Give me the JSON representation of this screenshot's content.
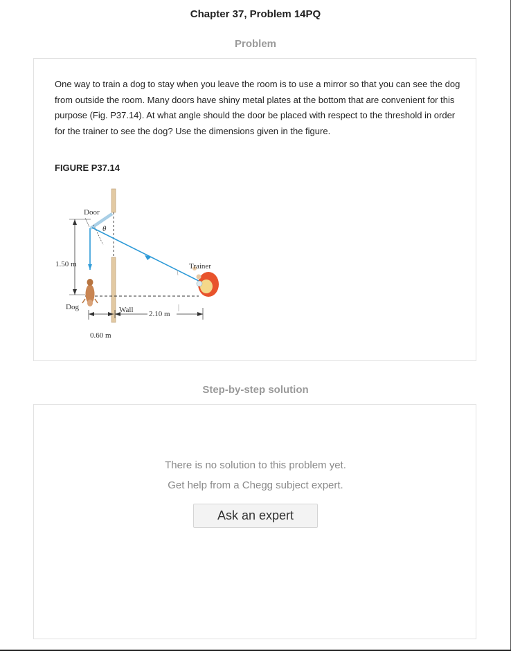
{
  "header": {
    "title": "Chapter 37, Problem 14PQ"
  },
  "problem": {
    "section_label": "Problem",
    "text": "One way to train a dog to stay when you leave the room is to use a mirror so that you can see the dog from outside the room. Many doors have shiny metal plates at the bottom that are convenient for this purpose (Fig. P37.14). At what angle should the door be placed with respect to the threshold in order for the trainer to see the dog? Use the dimensions given in the figure.",
    "figure_label": "FIGURE P37.14",
    "figure": {
      "door_label": "Door",
      "angle_label": "θ",
      "height_label": "1.50 m",
      "trainer_label": "Trainer",
      "dog_label": "Dog",
      "wall_label": "Wall",
      "distance_label": "2.10 m",
      "offset_label": "0.60 m",
      "ray_color": "#2f9bd8"
    }
  },
  "solution": {
    "section_label": "Step-by-step solution",
    "message_line1": "There is no solution to this problem yet.",
    "message_line2": "Get help from a Chegg subject expert.",
    "button_label": "Ask an expert"
  }
}
